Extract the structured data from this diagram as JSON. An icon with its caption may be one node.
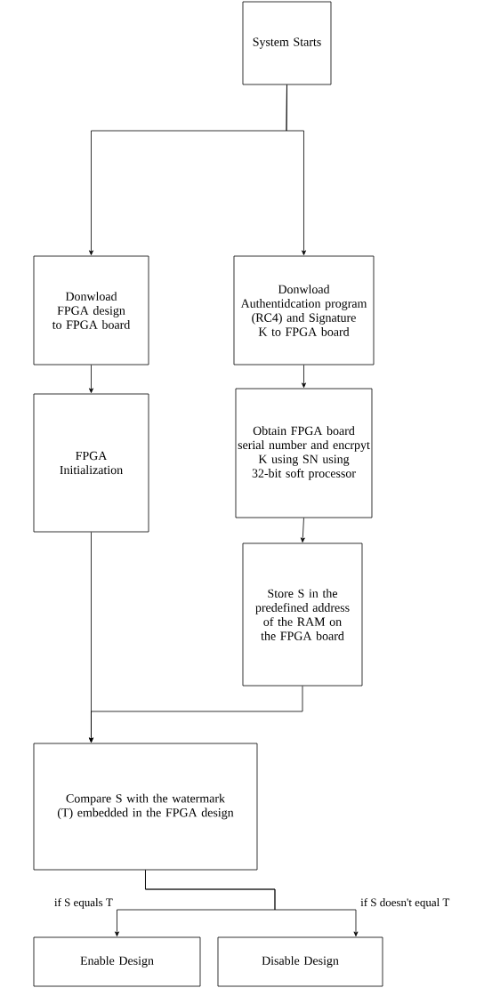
{
  "diagram": {
    "nodes": [
      {
        "text": [
          "System Starts"
        ]
      },
      {
        "text": [
          "Donwload FPGA design to FPGA board"
        ]
      },
      {
        "text": [
          "Donwload Authentidcation program (RC4) and Signature K to FPGA board"
        ]
      },
      {
        "text": [
          "FPGA Initialization"
        ]
      },
      {
        "text": [
          "Obtain FPGA board serial number and encrpyt K using SN using 32-bit soft processor"
        ]
      },
      {
        "text": [
          "Store S in the predefined address of the RAM on the FPGA board"
        ]
      },
      {
        "text": [
          "Compare S with the watermark (T) embedded in the FPGA design"
        ]
      },
      {
        "text": [
          "Enable Design"
        ]
      },
      {
        "text": [
          "Disable Design"
        ]
      }
    ],
    "edges": [
      {
        "from": 0,
        "to": 1,
        "arrow": "to"
      },
      {
        "from": 0,
        "to": 2,
        "arrow": "to"
      },
      {
        "from": 1,
        "to": 3,
        "arrow": "to"
      },
      {
        "from": 2,
        "to": 4,
        "arrow": "to"
      },
      {
        "from": 4,
        "to": 5,
        "arrow": "to"
      },
      {
        "from": 3,
        "to": 6,
        "arrow": "to"
      },
      {
        "from": 5,
        "to": 6,
        "arrow": "to"
      },
      {
        "from": 6,
        "to": 7,
        "arrow": "to",
        "label": "if S equals T"
      },
      {
        "from": 6,
        "to": 8,
        "arrow": "to",
        "label": "if S doesn't equal T"
      }
    ]
  }
}
